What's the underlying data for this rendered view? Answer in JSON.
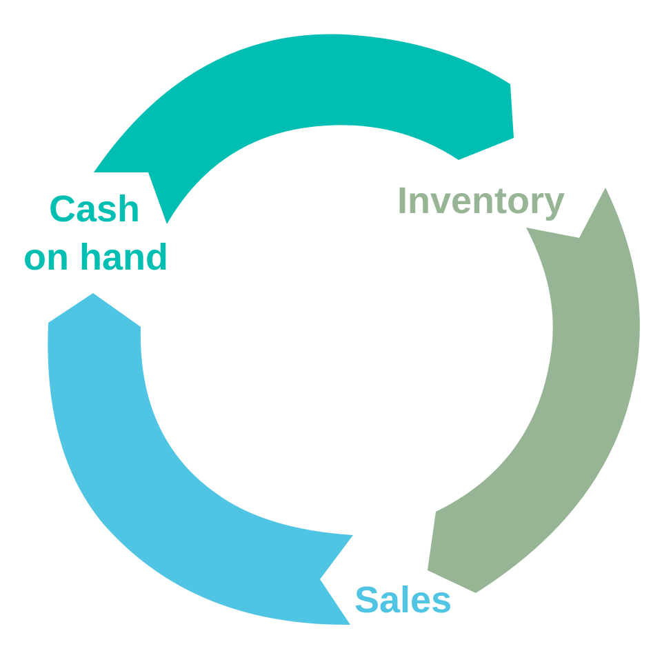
{
  "diagram": {
    "stages": [
      {
        "id": "cash",
        "line1": "Cash",
        "line2": "on hand",
        "color": "#00bfb2"
      },
      {
        "id": "inventory",
        "label": "Inventory",
        "color": "#97b595"
      },
      {
        "id": "sales",
        "label": "Sales",
        "color": "#4fc4e3"
      }
    ]
  }
}
